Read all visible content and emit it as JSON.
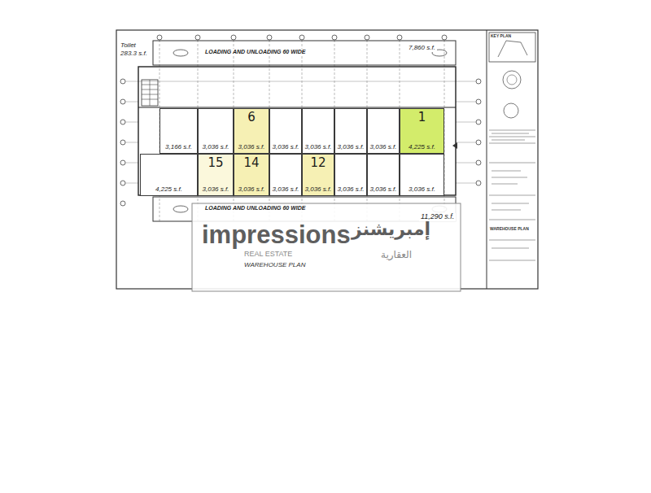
{
  "diagram": {
    "nodes": [
      {
        "text": [
          "3,166 s.f."
        ]
      },
      {
        "text": [
          "3,036 s.f."
        ]
      },
      {
        "text": [
          "6",
          "3,036 s.f."
        ]
      },
      {
        "text": [
          "3,036 s.f."
        ]
      },
      {
        "text": [
          "3,036 s.f."
        ]
      },
      {
        "text": [
          "3,036 s.f."
        ]
      },
      {
        "text": [
          "3,036 s.f."
        ]
      },
      {
        "text": [
          "1",
          "4,225 s.f."
        ]
      },
      {
        "text": [
          "4,225 s.f."
        ]
      },
      {
        "text": [
          "15",
          "3,036 s.f."
        ]
      },
      {
        "text": [
          "14",
          "3,036 s.f."
        ]
      },
      {
        "text": [
          "3,036 s.f."
        ]
      },
      {
        "text": [
          "12",
          "3,036 s.f."
        ]
      },
      {
        "text": [
          "3,036 s.f."
        ]
      },
      {
        "text": [
          "3,036 s.f."
        ]
      },
      {
        "text": [
          "3,036 s.f."
        ]
      }
    ],
    "labels": [
      "Toilet",
      "283.3 s.f.",
      "LOADING AND UNLOADING 60 WIDE",
      "7,860 s.f.",
      "LOADING AND UNLOADING 60 WIDE",
      "11,290 s.f.",
      "impressions",
      "إمبريشنز",
      "العقارية",
      "REAL ESTATE",
      "WAREHOUSE PLAN",
      "KEY PLAN",
      "WAREHOUSE PLAN"
    ]
  }
}
